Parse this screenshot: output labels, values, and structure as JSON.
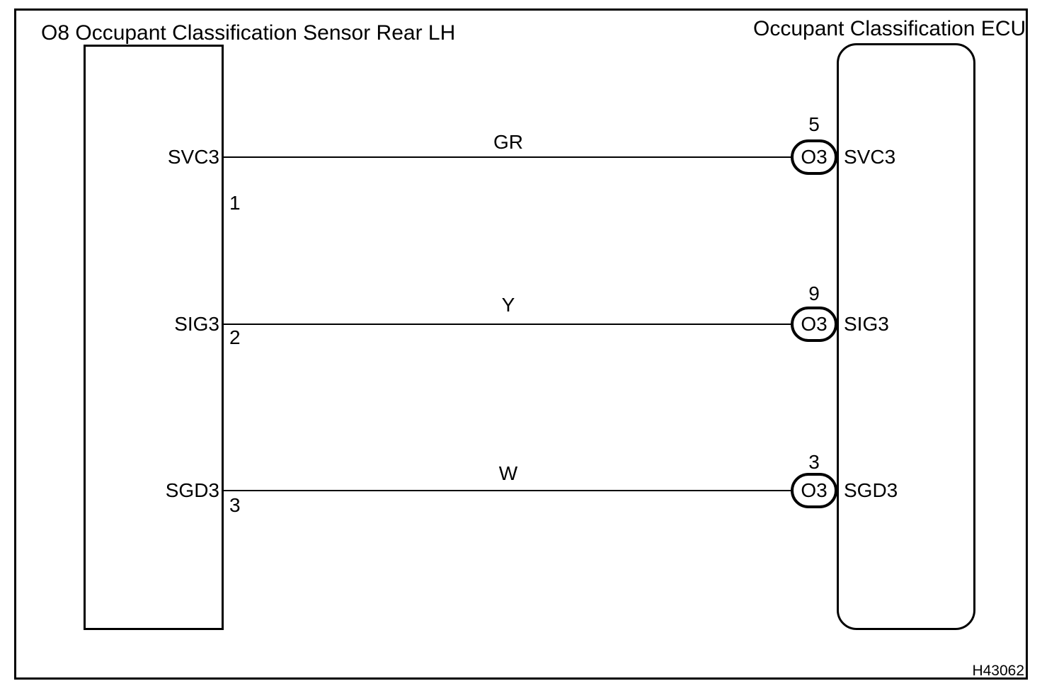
{
  "diagram": {
    "left_component": {
      "title": "O8 Occupant Classification Sensor Rear LH"
    },
    "right_component": {
      "title": "Occupant Classification ECU"
    },
    "wires": [
      {
        "left_terminal": "SVC3",
        "left_pin": "1",
        "wire_color": "GR",
        "right_pin": "5",
        "connector": "O3",
        "right_terminal": "SVC3"
      },
      {
        "left_terminal": "SIG3",
        "left_pin": "2",
        "wire_color": "Y",
        "right_pin": "9",
        "connector": "O3",
        "right_terminal": "SIG3"
      },
      {
        "left_terminal": "SGD3",
        "left_pin": "3",
        "wire_color": "W",
        "right_pin": "3",
        "connector": "O3",
        "right_terminal": "SGD3"
      }
    ],
    "figure_id": "H43062",
    "colors": {
      "line": "#000000",
      "background": "#ffffff"
    }
  }
}
